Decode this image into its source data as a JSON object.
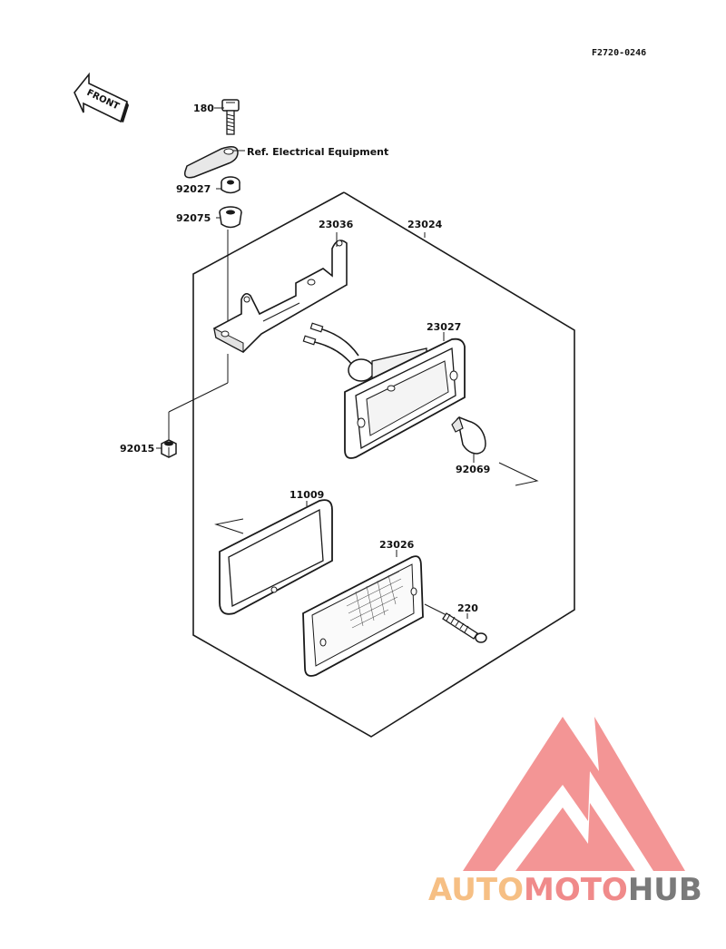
{
  "figure_code": "F2720-0246",
  "front_arrow_text": "FRONT",
  "ref_note": "Ref. Electrical Equipment",
  "parts": {
    "p180": "180",
    "p92027": "92027",
    "p92075": "92075",
    "p23036": "23036",
    "p23024": "23024",
    "p23027": "23027",
    "p92015": "92015",
    "p92069": "92069",
    "p11009": "11009",
    "p23026": "23026",
    "p220": "220"
  },
  "watermark": {
    "part1": "AUTO",
    "part2": "MOTO",
    "part3": "HUB",
    "color_part1": "#f6bf84",
    "color_part2": "#f08a8a",
    "color_part3": "#7a7a7a",
    "logo_color": "#f28a8a"
  }
}
